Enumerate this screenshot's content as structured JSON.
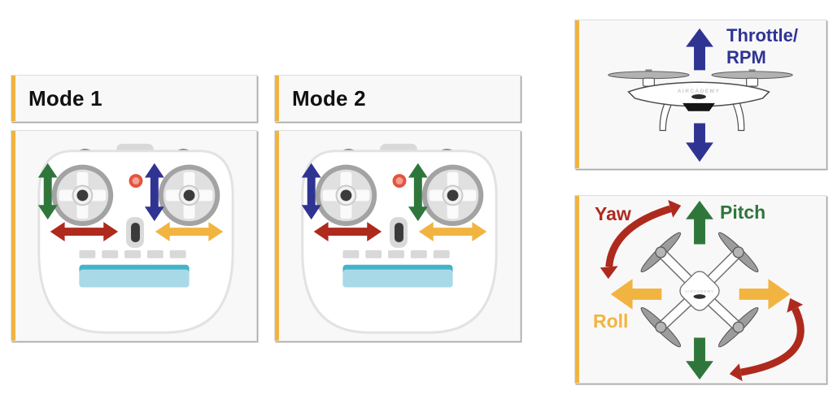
{
  "colors": {
    "accent_yellow": "#F1B43F",
    "throttle_blue": "#2F3493",
    "pitch_green": "#2F763B",
    "yaw_red": "#AE2A1D",
    "roll_yellow": "#F2B440",
    "heading_text": "#111111"
  },
  "modes": {
    "mode1": {
      "title": "Mode 1"
    },
    "mode2": {
      "title": "Mode 2"
    }
  },
  "throttle_panel": {
    "label_line1": "Throttle/",
    "label_line2": "RPM"
  },
  "axis_panel": {
    "yaw_label": "Yaw",
    "pitch_label": "Pitch",
    "roll_label": "Roll"
  },
  "drone": {
    "brand": "AIRCADEMY"
  }
}
